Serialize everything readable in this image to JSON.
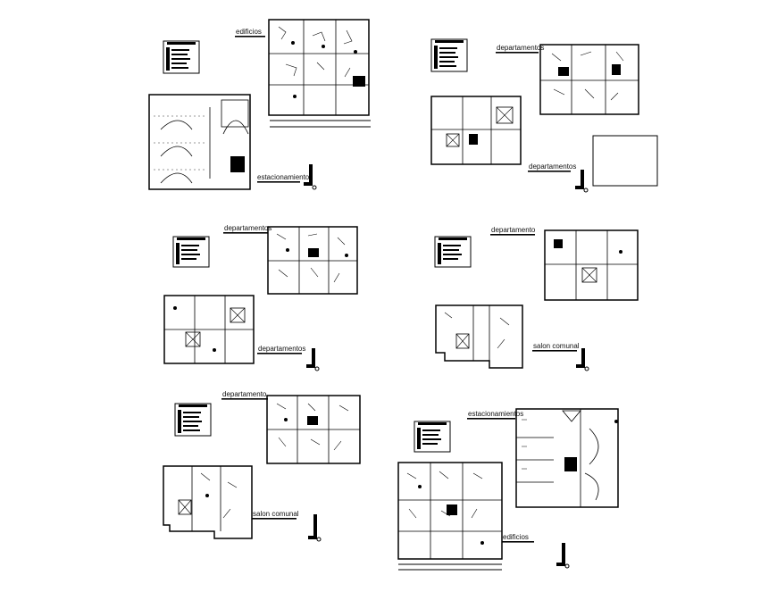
{
  "sheet": {
    "background": "#ffffff",
    "ink": "#000000",
    "panels": [
      {
        "labels": [
          "edificios",
          "estacionamientos"
        ]
      },
      {
        "labels": [
          "departamentos",
          "departamentos"
        ]
      },
      {
        "labels": [
          "departamentos",
          "departamentos"
        ]
      },
      {
        "labels": [
          "departamento",
          "salon comunal"
        ]
      },
      {
        "labels": [
          "departamento",
          "salon comunal"
        ]
      },
      {
        "labels": [
          "estacionamientos",
          "edificios"
        ]
      }
    ]
  }
}
